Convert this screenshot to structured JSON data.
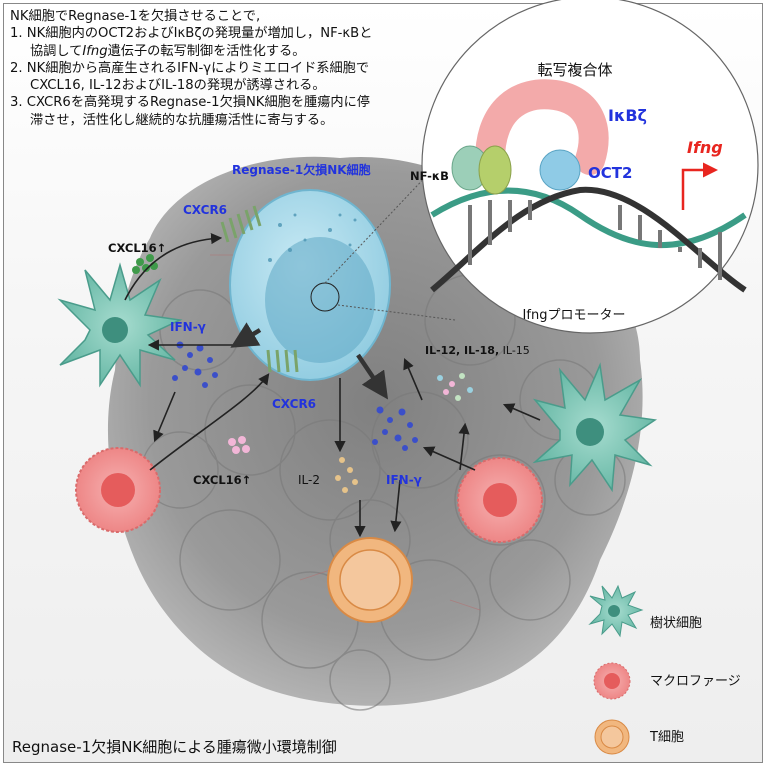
{
  "summary": {
    "intro": "NK細胞でRegnase-1を欠損させることで,",
    "point1_line1": "1. NK細胞内のOCT2およびIκBζの発現量が増加し，NF-κBと",
    "point1_line2_pre": "協調して",
    "point1_line2_italic": "Ifng",
    "point1_line2_post": "遺伝子の転写制御を活性化する。",
    "point2_line1": "2. NK細胞から高産生されるIFN-γによりミエロイド系細胞で",
    "point2_line2": "CXCL16, IL-12およびIL-18の発現が誘導される。",
    "point3_line1": "3. CXCR6を高発現するRegnase-1欠損NK細胞を腫瘍内に停",
    "point3_line2": "滞させ，活性化し継続的な抗腫瘍活性に寄与する。"
  },
  "inset": {
    "title": "転写複合体",
    "ikbz": "IκBζ",
    "oct2": "OCT2",
    "nfkb": "NF-κB",
    "gene": "Ifng",
    "promoter": "Ifngプロモーター"
  },
  "labels": {
    "nk_cell": "Regnase-1欠損NK細胞",
    "cxcr6_top": "CXCR6",
    "cxcr6_bottom": "CXCR6",
    "cxcl16_top": "CXCL16↑",
    "cxcl16_bottom": "CXCL16↑",
    "ifng_left": "IFN-γ",
    "ifng_right": "IFN-γ",
    "il12_18": "IL-12, IL-18,",
    "il15": " IL-15",
    "il2": "IL-2"
  },
  "legend": {
    "dendritic": "樹状細胞",
    "macrophage": "マクロファージ",
    "tcell": "T細胞"
  },
  "bottom_title": "Regnase-1欠損NK細胞による腫瘍微小環境制御",
  "colors": {
    "blue_label": "#2233dd",
    "red_label": "#e8251f",
    "nk_fill": "#a9d9ea",
    "dc_fill": "#74bfae",
    "macro_fill": "#f08a8a",
    "tcell_fill": "#f1b77f",
    "tumor_gray": "#8d8d8d",
    "dna_dark": "#333333",
    "dna_teal": "#3b9c86"
  }
}
